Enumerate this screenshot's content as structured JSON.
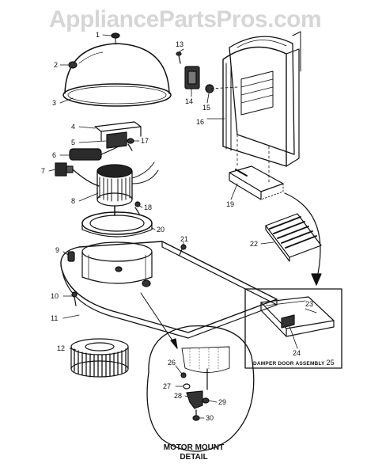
{
  "watermark": "AppliancePartsPros.com",
  "callouts": [
    "1",
    "2",
    "3",
    "4",
    "5",
    "6",
    "7",
    "8",
    "9",
    "10",
    "11",
    "12",
    "13",
    "14",
    "15",
    "16",
    "17",
    "18",
    "19",
    "20",
    "21",
    "22",
    "23",
    "24",
    "25",
    "26",
    "27",
    "28",
    "29",
    "30"
  ],
  "inset_title": "DAMPER DOOR ASSEMBLY",
  "detail_title_line1": "MOTOR MOUNT",
  "detail_title_line2": "DETAIL"
}
